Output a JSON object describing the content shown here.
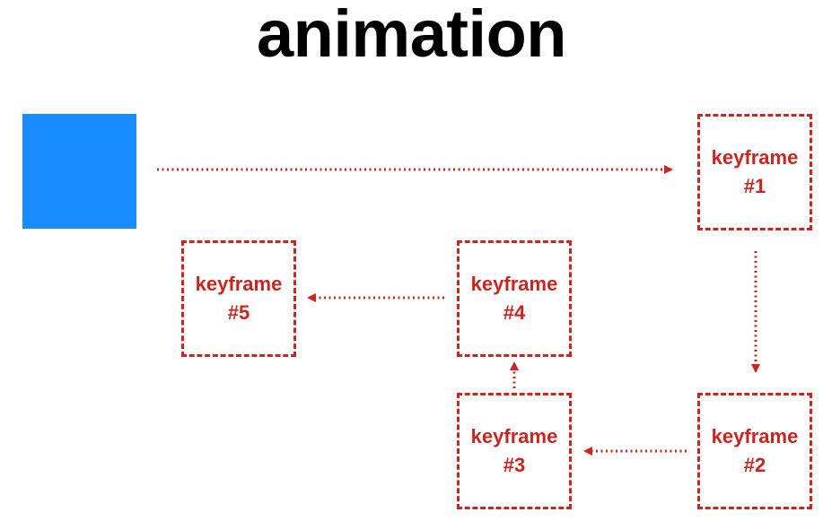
{
  "title": "animation",
  "colors": {
    "square": "#168cff",
    "keyframe": "#c8261e",
    "title": "#000000"
  },
  "keyframes": [
    {
      "word": "keyframe",
      "number": "#1"
    },
    {
      "word": "keyframe",
      "number": "#2"
    },
    {
      "word": "keyframe",
      "number": "#3"
    },
    {
      "word": "keyframe",
      "number": "#4"
    },
    {
      "word": "keyframe",
      "number": "#5"
    }
  ]
}
